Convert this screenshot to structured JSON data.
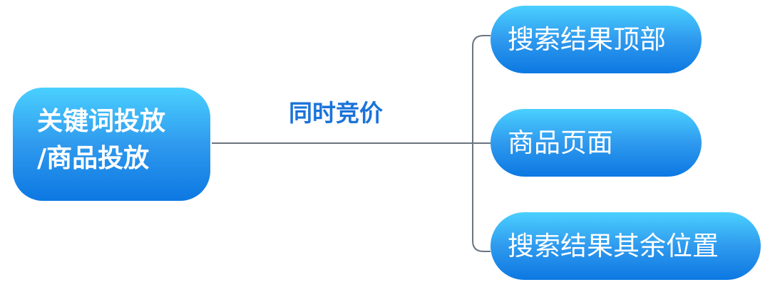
{
  "root": {
    "line1": "关键词投放",
    "line2": "/商品投放"
  },
  "edge_label": "同时竞价",
  "children": [
    {
      "label": "搜索结果顶部"
    },
    {
      "label": "商品页面"
    },
    {
      "label": "搜索结果其余位置"
    }
  ],
  "colors": {
    "node_top": "#4ad0ff",
    "node_bottom": "#0c78e2",
    "connector": "#6b7480",
    "edge_label": "#1a73d9"
  }
}
